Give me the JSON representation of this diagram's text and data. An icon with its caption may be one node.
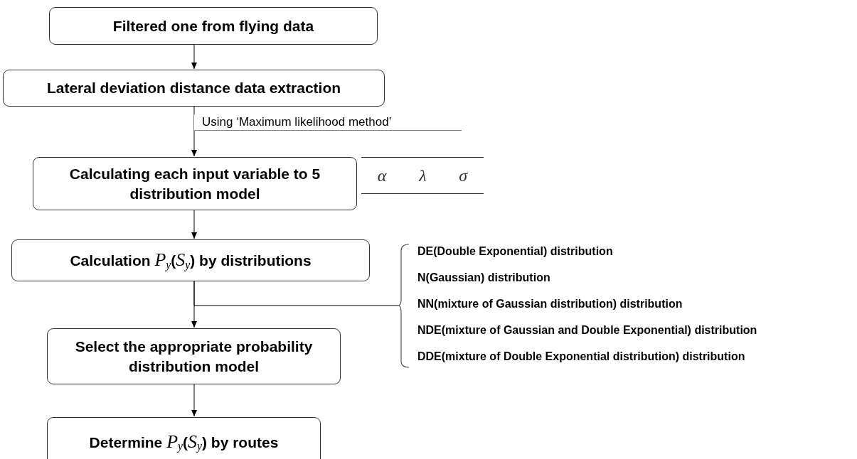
{
  "diagram": {
    "nodes": [
      {
        "text": [
          "Filtered one from flying data"
        ]
      },
      {
        "text": [
          "Lateral deviation distance data extraction"
        ]
      },
      {
        "text": [
          "Calculating each input variable to 5 distribution model"
        ],
        "beside": [
          "α",
          "λ",
          "σ"
        ]
      },
      {
        "text": [
          "Calculation *P*$_{y}$(*S*$_{y}$) by distributions"
        ]
      },
      {
        "text": [
          "Select the appropriate probability distribution model"
        ]
      },
      {
        "text": [
          "Determine *P*$_{y}$(*S*$_{y}$) by routes"
        ]
      },
      {
        "text": [
          "DE(Double Exponential) distribution",
          "N(Gaussian) distribution",
          "NN(mixture of Gaussian distribution) distribution",
          "NDE(mixture of Gaussian and Double Exponential) distribution",
          "DDE(mixture of Double Exponential distribution) distribution"
        ]
      }
    ],
    "edges": [
      {
        "from": 0,
        "to": 1,
        "arrow": "to"
      },
      {
        "from": 1,
        "to": 2,
        "arrow": "to",
        "label": "Using ‘Maximum likelihood method’"
      },
      {
        "from": 2,
        "to": 3,
        "arrow": "to"
      },
      {
        "from": 3,
        "to": 6,
        "arrow": "none"
      },
      {
        "from": 3,
        "to": 4,
        "arrow": "to"
      },
      {
        "from": 4,
        "to": 5,
        "arrow": "to"
      }
    ]
  }
}
